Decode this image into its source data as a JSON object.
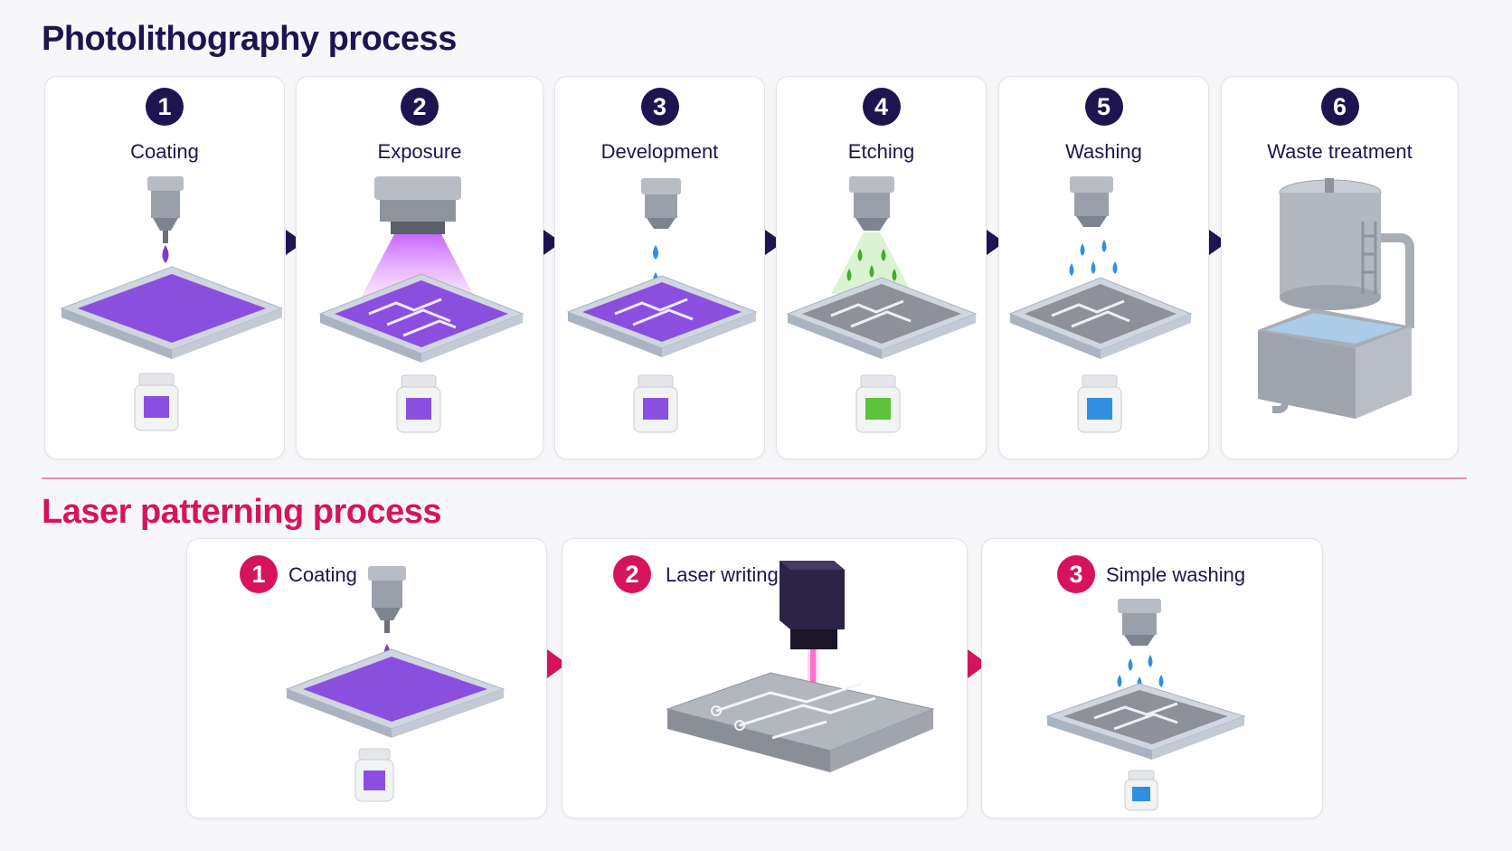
{
  "photolithography": {
    "title": "Photolithography process",
    "steps": [
      {
        "number": "1",
        "label": "Coating"
      },
      {
        "number": "2",
        "label": "Exposure"
      },
      {
        "number": "3",
        "label": "Development"
      },
      {
        "number": "4",
        "label": "Etching"
      },
      {
        "number": "5",
        "label": "Washing"
      },
      {
        "number": "6",
        "label": "Waste treatment"
      }
    ]
  },
  "laser": {
    "title": "Laser patterning process",
    "steps": [
      {
        "number": "1",
        "label": "Coating"
      },
      {
        "number": "2",
        "label": "Laser writing"
      },
      {
        "number": "3",
        "label": "Simple washing"
      }
    ]
  },
  "colors": {
    "navy": "#1d1550",
    "magenta": "#d6145e",
    "resist_purple": "#8b4fe0",
    "etchant_green": "#5cc43a",
    "water_blue": "#2f8fe0"
  },
  "icons": [
    "nozzle-icon",
    "uv-lamp-icon",
    "laser-head-icon",
    "chemical-bottle-icon",
    "waste-tank-icon",
    "substrate-icon"
  ]
}
